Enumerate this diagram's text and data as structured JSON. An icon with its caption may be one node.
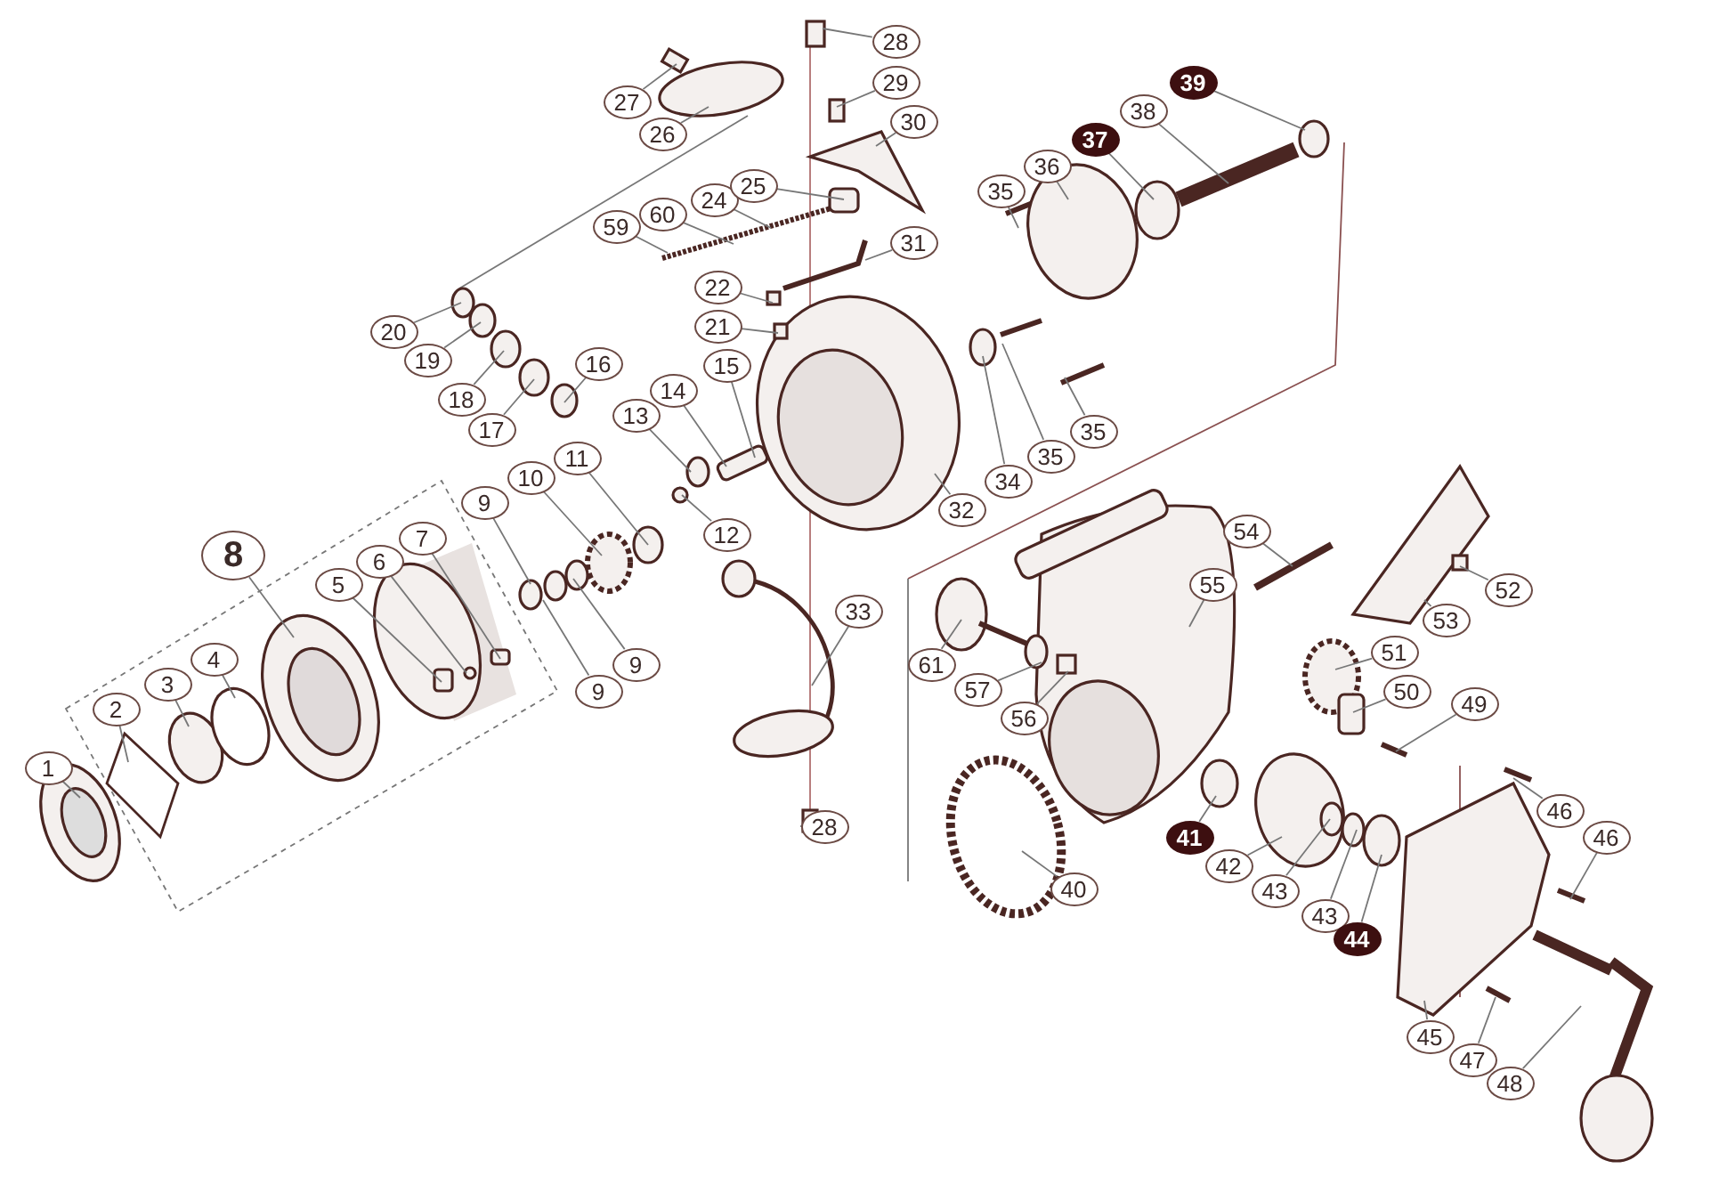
{
  "diagram": {
    "nodes": [
      {
        "text": [
          "1"
        ]
      },
      {
        "text": [
          "2"
        ]
      },
      {
        "text": [
          "3"
        ]
      },
      {
        "text": [
          "4"
        ]
      },
      {
        "text": [
          "5"
        ]
      },
      {
        "text": [
          "6"
        ]
      },
      {
        "text": [
          "7"
        ]
      },
      {
        "text": [
          "8"
        ]
      },
      {
        "text": [
          "9"
        ]
      },
      {
        "text": [
          "10"
        ]
      },
      {
        "text": [
          "11"
        ]
      },
      {
        "text": [
          "9"
        ]
      },
      {
        "text": [
          "9"
        ]
      },
      {
        "text": [
          "12"
        ]
      },
      {
        "text": [
          "13"
        ]
      },
      {
        "text": [
          "14"
        ]
      },
      {
        "text": [
          "15"
        ]
      },
      {
        "text": [
          "16"
        ]
      },
      {
        "text": [
          "17"
        ]
      },
      {
        "text": [
          "18"
        ]
      },
      {
        "text": [
          "19"
        ]
      },
      {
        "text": [
          "20"
        ]
      },
      {
        "text": [
          "21"
        ]
      },
      {
        "text": [
          "22"
        ]
      },
      {
        "text": [
          "24"
        ]
      },
      {
        "text": [
          "25"
        ]
      },
      {
        "text": [
          "26"
        ]
      },
      {
        "text": [
          "27"
        ]
      },
      {
        "text": [
          "28"
        ]
      },
      {
        "text": [
          "29"
        ]
      },
      {
        "text": [
          "30"
        ]
      },
      {
        "text": [
          "31"
        ]
      },
      {
        "text": [
          "32"
        ]
      },
      {
        "text": [
          "33"
        ]
      },
      {
        "text": [
          "28"
        ]
      },
      {
        "text": [
          "34"
        ]
      },
      {
        "text": [
          "35"
        ]
      },
      {
        "text": [
          "35"
        ]
      },
      {
        "text": [
          "35"
        ]
      },
      {
        "text": [
          "36"
        ]
      },
      {
        "text": [
          "37"
        ]
      },
      {
        "text": [
          "38"
        ]
      },
      {
        "text": [
          "39"
        ]
      },
      {
        "text": [
          "40"
        ]
      },
      {
        "text": [
          "41"
        ]
      },
      {
        "text": [
          "42"
        ]
      },
      {
        "text": [
          "43"
        ]
      },
      {
        "text": [
          "43"
        ]
      },
      {
        "text": [
          "44"
        ]
      },
      {
        "text": [
          "45"
        ]
      },
      {
        "text": [
          "46"
        ]
      },
      {
        "text": [
          "46"
        ]
      },
      {
        "text": [
          "47"
        ]
      },
      {
        "text": [
          "48"
        ]
      },
      {
        "text": [
          "49"
        ]
      },
      {
        "text": [
          "50"
        ]
      },
      {
        "text": [
          "51"
        ]
      },
      {
        "text": [
          "52"
        ]
      },
      {
        "text": [
          "53"
        ]
      },
      {
        "text": [
          "54"
        ]
      },
      {
        "text": [
          "55"
        ]
      },
      {
        "text": [
          "56"
        ]
      },
      {
        "text": [
          "57"
        ]
      },
      {
        "text": [
          "59"
        ]
      },
      {
        "text": [
          "60"
        ]
      },
      {
        "text": [
          "61"
        ]
      }
    ],
    "edges": [
      {
        "from": 0,
        "to": null,
        "arrow": "none"
      },
      {
        "from": 1,
        "to": null,
        "arrow": "none"
      },
      {
        "from": 2,
        "to": null,
        "arrow": "none"
      },
      {
        "from": 3,
        "to": null,
        "arrow": "none"
      },
      {
        "from": 4,
        "to": null,
        "arrow": "none"
      },
      {
        "from": 5,
        "to": null,
        "arrow": "none"
      },
      {
        "from": 6,
        "to": null,
        "arrow": "none"
      },
      {
        "from": 7,
        "to": null,
        "arrow": "none"
      },
      {
        "from": 8,
        "to": null,
        "arrow": "none"
      },
      {
        "from": 9,
        "to": null,
        "arrow": "none"
      },
      {
        "from": 10,
        "to": null,
        "arrow": "none"
      },
      {
        "from": 11,
        "to": null,
        "arrow": "none"
      },
      {
        "from": 12,
        "to": null,
        "arrow": "none"
      },
      {
        "from": 13,
        "to": null,
        "arrow": "none"
      },
      {
        "from": 14,
        "to": null,
        "arrow": "none"
      },
      {
        "from": 15,
        "to": null,
        "arrow": "none"
      },
      {
        "from": 16,
        "to": null,
        "arrow": "none"
      },
      {
        "from": 17,
        "to": null,
        "arrow": "none"
      },
      {
        "from": 18,
        "to": null,
        "arrow": "none"
      },
      {
        "from": 19,
        "to": null,
        "arrow": "none"
      },
      {
        "from": 20,
        "to": null,
        "arrow": "none"
      },
      {
        "from": 21,
        "to": null,
        "arrow": "none"
      },
      {
        "from": 22,
        "to": null,
        "arrow": "none"
      },
      {
        "from": 23,
        "to": null,
        "arrow": "none"
      },
      {
        "from": 24,
        "to": null,
        "arrow": "none"
      },
      {
        "from": 25,
        "to": null,
        "arrow": "none"
      },
      {
        "from": 26,
        "to": null,
        "arrow": "none"
      },
      {
        "from": 27,
        "to": null,
        "arrow": "none"
      },
      {
        "from": 28,
        "to": null,
        "arrow": "none"
      },
      {
        "from": 29,
        "to": null,
        "arrow": "none"
      },
      {
        "from": 30,
        "to": null,
        "arrow": "none"
      },
      {
        "from": 31,
        "to": null,
        "arrow": "none"
      },
      {
        "from": 32,
        "to": null,
        "arrow": "none"
      },
      {
        "from": 33,
        "to": null,
        "arrow": "none"
      },
      {
        "from": 34,
        "to": null,
        "arrow": "none"
      },
      {
        "from": 35,
        "to": null,
        "arrow": "none"
      },
      {
        "from": 36,
        "to": null,
        "arrow": "none"
      },
      {
        "from": 37,
        "to": null,
        "arrow": "none"
      },
      {
        "from": 38,
        "to": null,
        "arrow": "none"
      },
      {
        "from": 39,
        "to": null,
        "arrow": "none"
      },
      {
        "from": 40,
        "to": null,
        "arrow": "none"
      },
      {
        "from": 41,
        "to": null,
        "arrow": "none"
      },
      {
        "from": 42,
        "to": null,
        "arrow": "none"
      },
      {
        "from": 43,
        "to": null,
        "arrow": "none"
      },
      {
        "from": 44,
        "to": null,
        "arrow": "none"
      },
      {
        "from": 45,
        "to": null,
        "arrow": "none"
      },
      {
        "from": 46,
        "to": null,
        "arrow": "none"
      },
      {
        "from": 47,
        "to": null,
        "arrow": "none"
      },
      {
        "from": 48,
        "to": null,
        "arrow": "none"
      },
      {
        "from": 49,
        "to": null,
        "arrow": "none"
      },
      {
        "from": 50,
        "to": null,
        "arrow": "none"
      },
      {
        "from": 51,
        "to": null,
        "arrow": "none"
      },
      {
        "from": 52,
        "to": null,
        "arrow": "none"
      },
      {
        "from": 53,
        "to": null,
        "arrow": "none"
      },
      {
        "from": 54,
        "to": null,
        "arrow": "none"
      },
      {
        "from": 55,
        "to": null,
        "arrow": "none"
      },
      {
        "from": 56,
        "to": null,
        "arrow": "none"
      },
      {
        "from": 57,
        "to": null,
        "arrow": "none"
      },
      {
        "from": 58,
        "to": null,
        "arrow": "none"
      },
      {
        "from": 59,
        "to": null,
        "arrow": "none"
      },
      {
        "from": 60,
        "to": null,
        "arrow": "none"
      },
      {
        "from": 61,
        "to": null,
        "arrow": "none"
      },
      {
        "from": 62,
        "to": null,
        "arrow": "none"
      },
      {
        "from": 63,
        "to": null,
        "arrow": "none"
      },
      {
        "from": 64,
        "to": null,
        "arrow": "none"
      },
      {
        "from": 65,
        "to": null,
        "arrow": "none"
      }
    ]
  }
}
